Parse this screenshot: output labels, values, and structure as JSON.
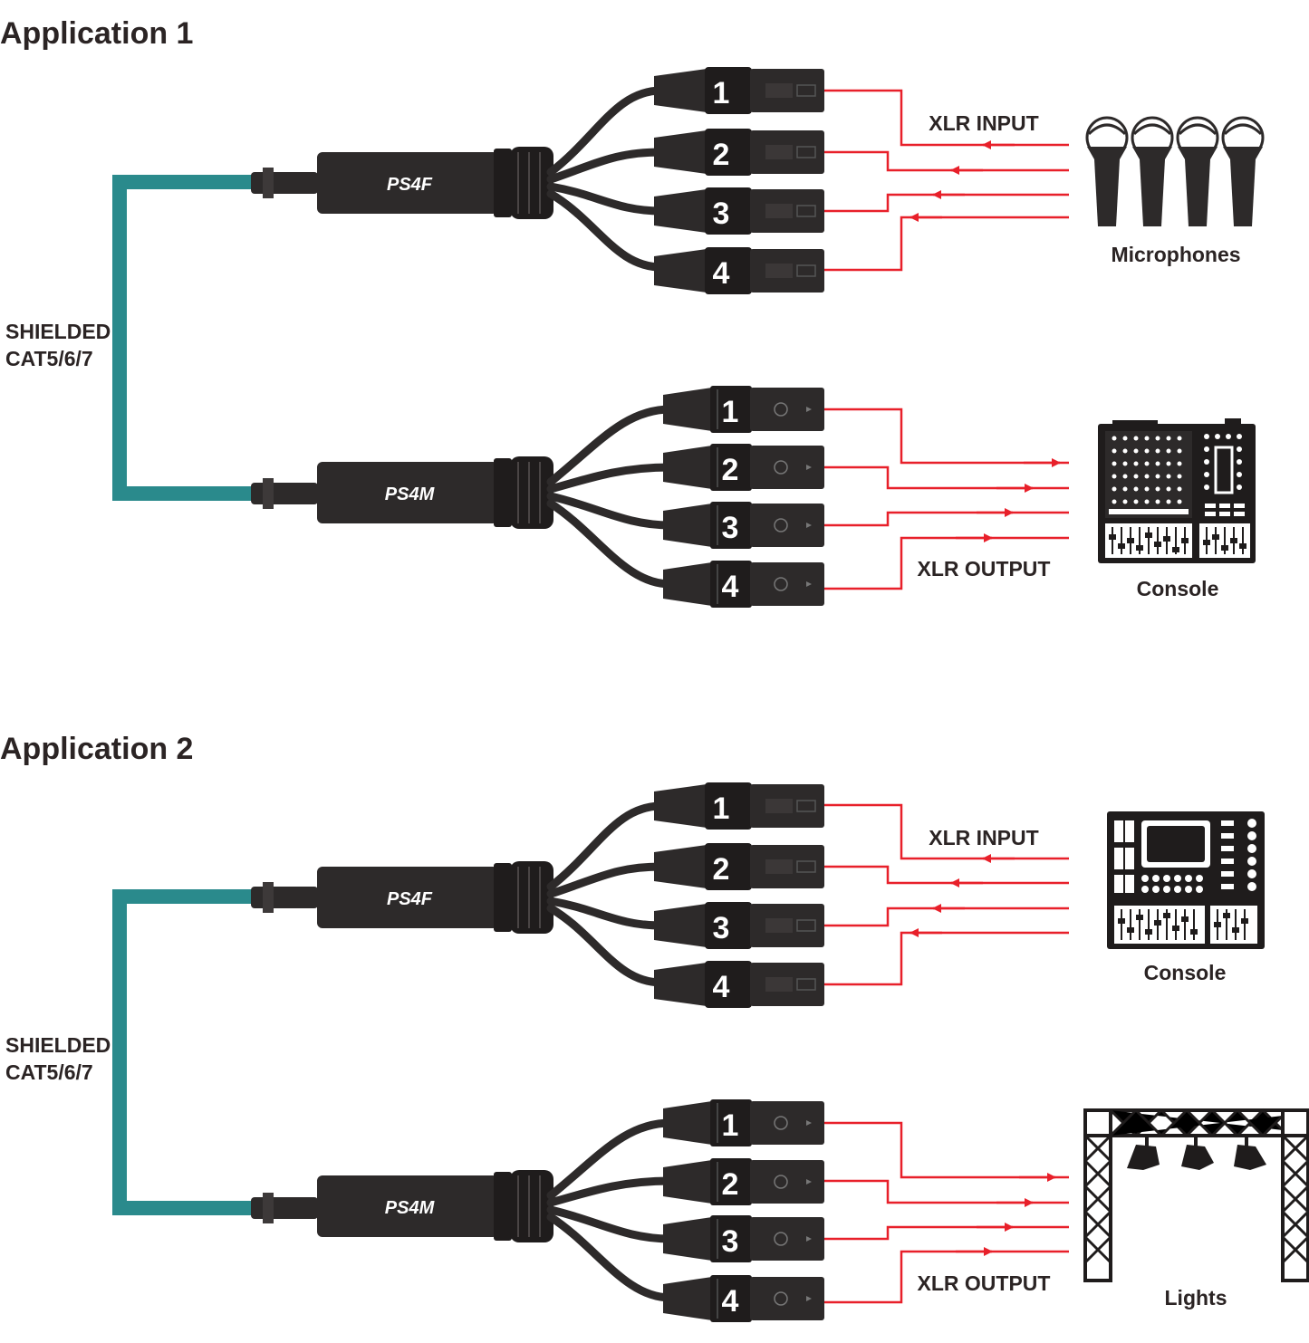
{
  "applications": [
    {
      "title": "Application 1",
      "cable_label": [
        "SHIELDED",
        "CAT5/6/7"
      ],
      "female_box": "PS4F",
      "male_box": "PS4M",
      "input_label": "XLR INPUT",
      "output_label": "XLR OUTPUT",
      "channels": [
        "1",
        "2",
        "3",
        "4"
      ],
      "input_device": {
        "label": "Microphones",
        "icon": "microphones-icon"
      },
      "output_device": {
        "label": "Console",
        "icon": "mixing-console-icon"
      }
    },
    {
      "title": "Application 2",
      "cable_label": [
        "SHIELDED",
        "CAT5/6/7"
      ],
      "female_box": "PS4F",
      "male_box": "PS4M",
      "input_label": "XLR INPUT",
      "output_label": "XLR OUTPUT",
      "channels": [
        "1",
        "2",
        "3",
        "4"
      ],
      "input_device": {
        "label": "Console",
        "icon": "mixing-console-icon"
      },
      "output_device": {
        "label": "Lights",
        "icon": "stage-lights-truss-icon"
      }
    }
  ],
  "colors": {
    "cable": "#2a8a8c",
    "signal": "#e8202a",
    "connector": "#2d2a2a",
    "text": "#2b2424"
  }
}
